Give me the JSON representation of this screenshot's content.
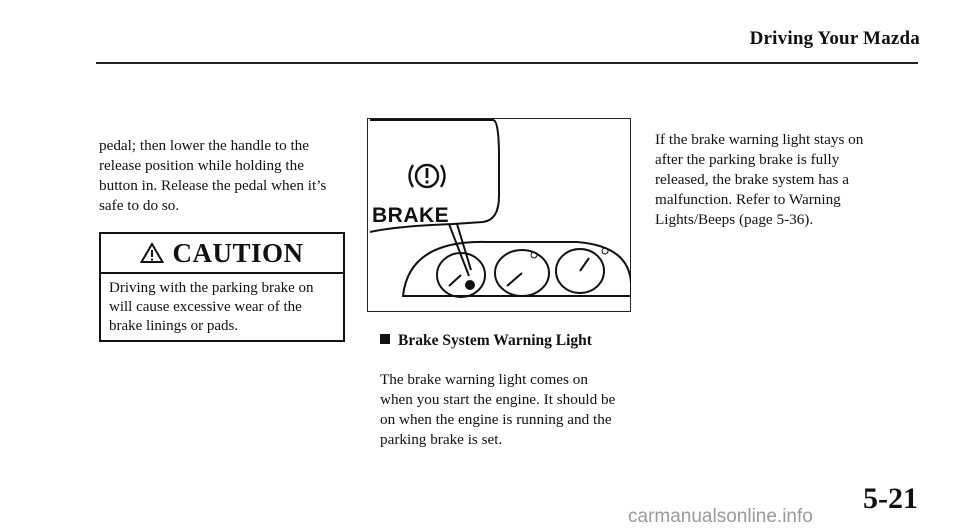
{
  "header": {
    "title": "Driving Your Mazda"
  },
  "left_column": {
    "lines": [
      "pedal; then lower the handle to the",
      "release position while holding the",
      "button in. Release the pedal when it’s",
      "safe to do so."
    ]
  },
  "caution": {
    "title": "CAUTION",
    "icon": "warning-triangle-icon",
    "lines": [
      "Driving with the parking brake on",
      "will cause excessive wear of the",
      "brake linings or pads."
    ]
  },
  "figure": {
    "label": "BRAKE",
    "icon": "brake-warning-symbol-icon"
  },
  "section": {
    "heading": "Brake System Warning Light",
    "lines": [
      "The brake warning light comes on",
      "when you start the engine. It should be",
      "on when the engine is running and the",
      "parking brake is set."
    ]
  },
  "right_column": {
    "lines": [
      "If the brake warning light stays on",
      "after the parking brake is fully",
      "released, the brake system has a",
      "malfunction. Refer to Warning",
      "Lights/Beeps (page 5-36)."
    ]
  },
  "footer": {
    "page_number": "5-21",
    "watermark": "carmanualsonline.info"
  }
}
